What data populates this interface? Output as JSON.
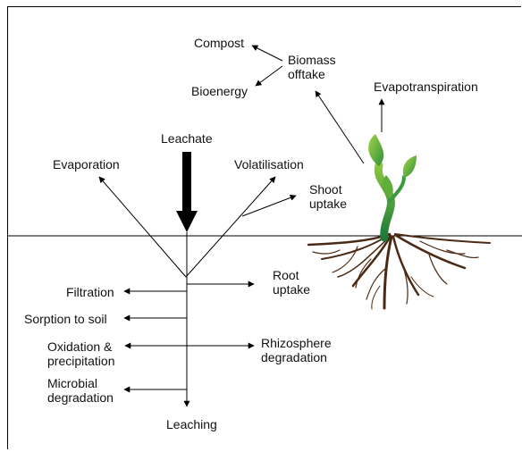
{
  "labels": {
    "compost": "Compost",
    "bioenergy": "Bioenergy",
    "biomass_l1": "Biomass",
    "biomass_l2": "offtake",
    "evapotranspiration": "Evapotranspiration",
    "leachate": "Leachate",
    "evaporation": "Evaporation",
    "volatilisation": "Volatilisation",
    "shoot_l1": "Shoot",
    "shoot_l2": "uptake",
    "root_l1": "Root",
    "root_l2": "uptake",
    "filtration": "Filtration",
    "sorption": "Sorption to soil",
    "oxidation_l1": "Oxidation &",
    "oxidation_l2": "precipitation",
    "rhizo_l1": "Rhizosphere",
    "rhizo_l2": "degradation",
    "microbial_l1": "Microbial",
    "microbial_l2": "degradation",
    "leaching": "Leaching"
  },
  "colors": {
    "line": "#000000",
    "plant_light": "#8cc63f",
    "plant_dark": "#1b7a3a",
    "root": "#4a2a14"
  }
}
